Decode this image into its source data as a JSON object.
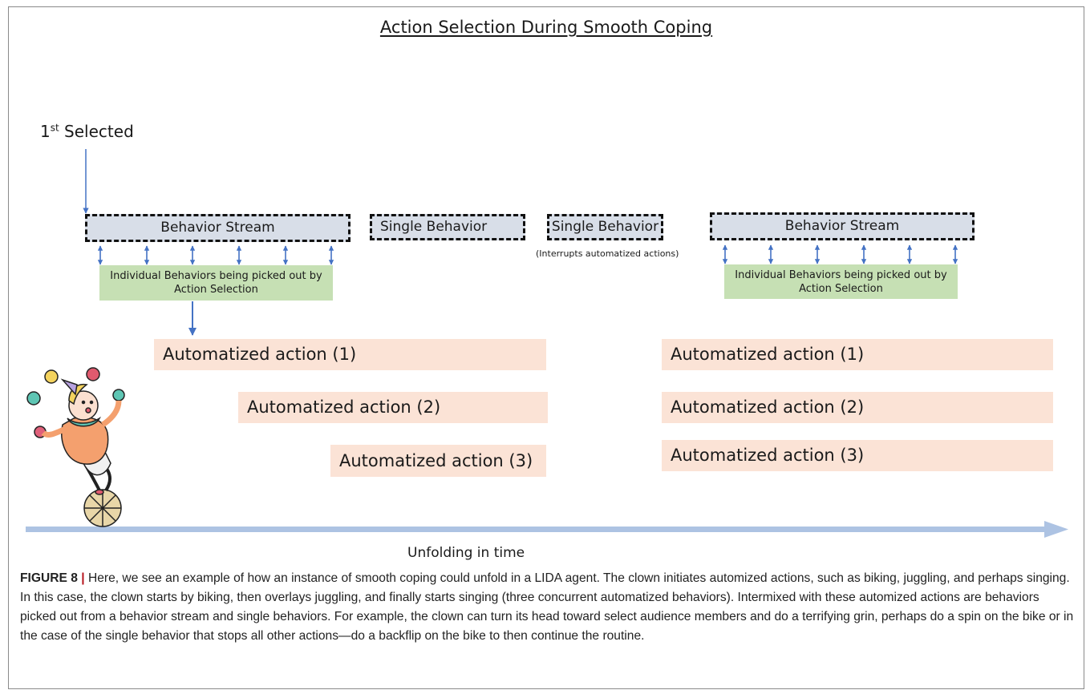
{
  "diagram": {
    "title": "Action Selection During Smooth Coping",
    "first_selected": {
      "prefix": "1",
      "sup": "st",
      "suffix": " Selected"
    },
    "left_stream": {
      "label": "Behavior Stream",
      "green_label": "Individual Behaviors being picked out by Action Selection"
    },
    "single_behavior_1": "Single Behavior",
    "single_behavior_2": "Single Behavior",
    "interrupt_note": "(Interrupts automatized actions)",
    "right_stream": {
      "label": "Behavior Stream",
      "green_label": "Individual Behaviors being picked out by Action Selection"
    },
    "left_actions": [
      "Automatized action (1)",
      "Automatized action (2)",
      "Automatized action (3)"
    ],
    "right_actions": [
      "Automatized action (1)",
      "Automatized action (2)",
      "Automatized action (3)"
    ],
    "timeline_label": "Unfolding in time",
    "colors": {
      "stream_fill": "#d8dee8",
      "green_fill": "#c6e0b4",
      "action_fill": "#fbe3d6",
      "arrow": "#4472c4",
      "timeline": "#adc3e3"
    },
    "illustration": "juggling-clown-on-unicycle"
  },
  "caption": {
    "figure_label": "FIGURE 8",
    "separator": "|",
    "text": " Here, we see an example of how an instance of smooth coping could unfold in a LIDA agent. The clown initiates automized actions, such as biking, juggling, and perhaps singing. In this case, the clown starts by biking, then overlays juggling, and finally starts singing (three concurrent automatized behaviors). Intermixed with these automized actions are behaviors picked out from a behavior stream and single behaviors. For example, the clown can turn its head toward select audience members and do a terrifying grin, perhaps do a spin on the bike or in the case of the single behavior that stops all other actions—do a backflip on the bike to then continue the routine."
  }
}
